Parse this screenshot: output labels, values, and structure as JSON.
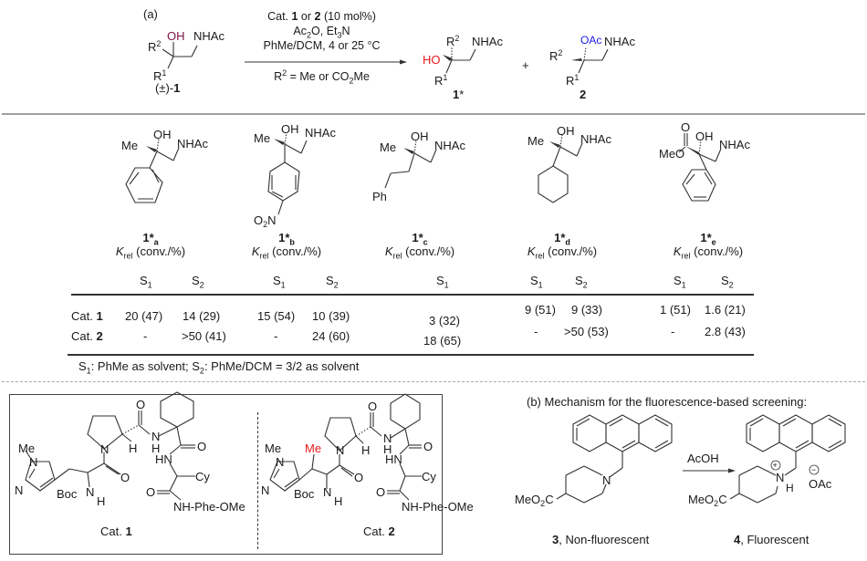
{
  "colors": {
    "hydroxyl_racemic": "#7a1445",
    "hydroxyl_product": "#e8191c",
    "acetate_product": "#1a1adc",
    "methyl_highlight": "#e8191c",
    "rule_gray": "#a0a0a0"
  },
  "panel_a": {
    "label": "(a)",
    "substrate": {
      "r2": "R",
      "r2_sup": "2",
      "oh": "OH",
      "nhac": "NHAc",
      "r1": "R",
      "r1_sup": "1",
      "label_prefix": "(±)-",
      "label_bold": "1"
    },
    "conditions": {
      "line1_prefix": "Cat. ",
      "line1_cat1": "1",
      "line1_mid": " or ",
      "line1_cat2": "2",
      "line1_suffix": " (10 mol%)",
      "line2_a": "Ac",
      "line2_a_sub": "2",
      "line2_b": "O, Et",
      "line2_b_sub": "3",
      "line2_c": "N",
      "line3": "PhMe/DCM, 4 or 25 °C",
      "below_a": "R",
      "below_sup": "2",
      "below_b": " = Me or CO",
      "below_sub": "2",
      "below_c": "Me"
    },
    "product1": {
      "ho": "HO",
      "r2": "R",
      "r2_sup": "2",
      "nhac": "NHAc",
      "r1": "R",
      "r1_sup": "1",
      "label": "1",
      "label_star": "*"
    },
    "plus": "+",
    "product2": {
      "r2": "R",
      "r2_sup": "2",
      "oac": "OAc",
      "nhac": "NHAc",
      "r1": "R",
      "r1_sup": "1",
      "label": "2"
    }
  },
  "substrates": [
    {
      "id": "a",
      "label": "1*",
      "sub": "a",
      "krel": "K",
      "krel_sub": "rel",
      "krel_suffix": " (conv./%)",
      "atoms": {
        "me": "Me",
        "oh": "OH",
        "nhac": "NHAc"
      }
    },
    {
      "id": "b",
      "label": "1*",
      "sub": "b",
      "krel": "K",
      "krel_sub": "rel",
      "krel_suffix": " (conv./%)",
      "atoms": {
        "me": "Me",
        "oh": "OH",
        "nhac": "NHAc",
        "o2n_a": "O",
        "o2n_sub": "2",
        "o2n_b": "N"
      }
    },
    {
      "id": "c",
      "label": "1*",
      "sub": "c",
      "krel": "K",
      "krel_sub": "rel",
      "krel_suffix": " (conv./%)",
      "atoms": {
        "me": "Me",
        "oh": "OH",
        "nhac": "NHAc",
        "ph": "Ph"
      }
    },
    {
      "id": "d",
      "label": "1*",
      "sub": "d",
      "krel": "K",
      "krel_sub": "rel",
      "krel_suffix": " (conv./%)",
      "atoms": {
        "me": "Me",
        "oh": "OH",
        "nhac": "NHAc"
      }
    },
    {
      "id": "e",
      "label": "1*",
      "sub": "e",
      "krel": "K",
      "krel_sub": "rel",
      "krel_suffix": " (conv./%)",
      "atoms": {
        "meo": "MeO",
        "o": "O",
        "oh": "OH",
        "nhac": "NHAc"
      }
    }
  ],
  "table": {
    "solvent_header": "S",
    "columns": [
      {
        "substrate": "a",
        "solvent": "1"
      },
      {
        "substrate": "a",
        "solvent": "2"
      },
      {
        "substrate": "b",
        "solvent": "1"
      },
      {
        "substrate": "b",
        "solvent": "2"
      },
      {
        "substrate": "c",
        "solvent": "1"
      },
      {
        "substrate": "d",
        "solvent": "1"
      },
      {
        "substrate": "d",
        "solvent": "2"
      },
      {
        "substrate": "e",
        "solvent": "1"
      },
      {
        "substrate": "e",
        "solvent": "2"
      }
    ],
    "rows": [
      {
        "label_prefix": "Cat. ",
        "label_bold": "1",
        "values": [
          "20 (47)",
          "14 (29)",
          "15 (54)",
          "10 (39)",
          "3 (32)",
          "9 (51)",
          "9 (33)",
          "1 (51)",
          "1.6 (21)"
        ]
      },
      {
        "label_prefix": "Cat. ",
        "label_bold": "2",
        "values": [
          "-",
          ">50 (41)",
          "-",
          "24 (60)",
          "18 (65)",
          "-",
          ">50 (53)",
          "-",
          "2.8 (43)"
        ]
      }
    ],
    "footnote": {
      "s1": "S",
      "s1_sub": "1",
      "s1_text": ": PhMe as solvent; ",
      "s2": "S",
      "s2_sub": "2",
      "s2_text": ": PhMe/DCM = 3/2 as solvent"
    }
  },
  "catalysts": {
    "cat1": {
      "label_prefix": "Cat. ",
      "label_bold": "1",
      "atoms": {
        "me": "Me",
        "n1": "N",
        "n2": "N",
        "boc": "Boc",
        "nh_n": "N",
        "nh_h": "H",
        "pro_n": "N",
        "pro_h": "H",
        "o1": "O",
        "o2": "O",
        "amide_n": "N",
        "amide_h": "H",
        "o3": "O",
        "hn": "HN",
        "cy": "Cy",
        "o4": "O",
        "nhphe": "NH-Phe-OMe"
      }
    },
    "cat2": {
      "label_prefix": "Cat. ",
      "label_bold": "2",
      "atoms": {
        "me": "Me",
        "me_red": "Me",
        "n1": "N",
        "n2": "N",
        "boc": "Boc",
        "nh_n": "N",
        "nh_h": "H",
        "pro_n": "N",
        "pro_h": "H",
        "o1": "O",
        "o2": "O",
        "amide_n": "N",
        "amide_h": "H",
        "o3": "O",
        "hn": "HN",
        "cy": "Cy",
        "o4": "O",
        "nhphe": "NH-Phe-OMe"
      }
    }
  },
  "panel_b": {
    "title": "(b) Mechanism for the fluorescence-based screening:",
    "reagent": "AcOH",
    "compound3": {
      "ester_a": "MeO",
      "ester_sub": "2",
      "ester_b": "C",
      "n": "N",
      "label_bold": "3",
      "label_text": ", Non-fluorescent"
    },
    "compound4": {
      "ester_a": "MeO",
      "ester_sub": "2",
      "ester_b": "C",
      "n": "N",
      "h": "H",
      "plus": "+",
      "minus": "−",
      "oac": "OAc",
      "label_bold": "4",
      "label_text": ", Fluorescent"
    }
  }
}
